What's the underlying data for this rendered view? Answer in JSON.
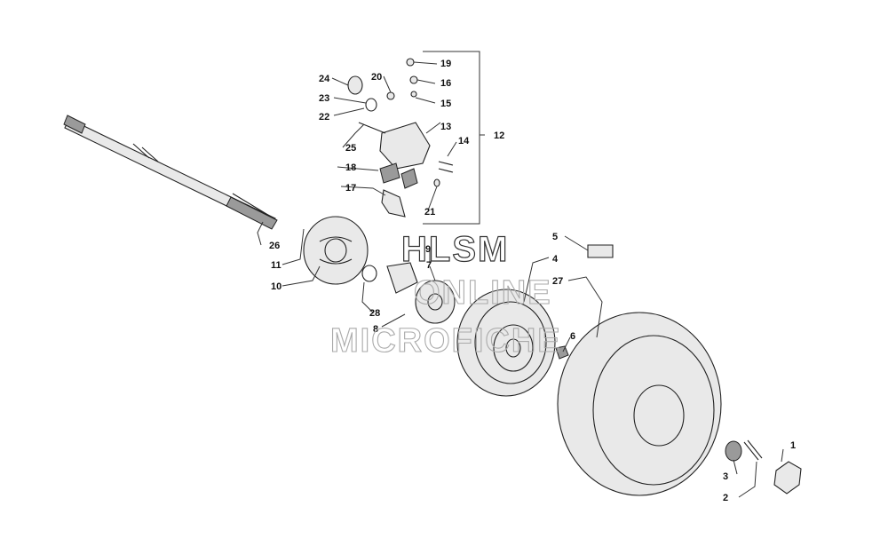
{
  "diagram": {
    "callouts": [
      "1",
      "2",
      "3",
      "4",
      "5",
      "6",
      "7",
      "8",
      "9",
      "10",
      "11",
      "12",
      "13",
      "14",
      "15",
      "16",
      "17",
      "18",
      "19",
      "20",
      "21",
      "22",
      "23",
      "24",
      "25",
      "26",
      "27",
      "28"
    ]
  },
  "watermark": {
    "line1": "HLSM",
    "line2": "ONLINE",
    "line3": "MICROFICHE"
  }
}
